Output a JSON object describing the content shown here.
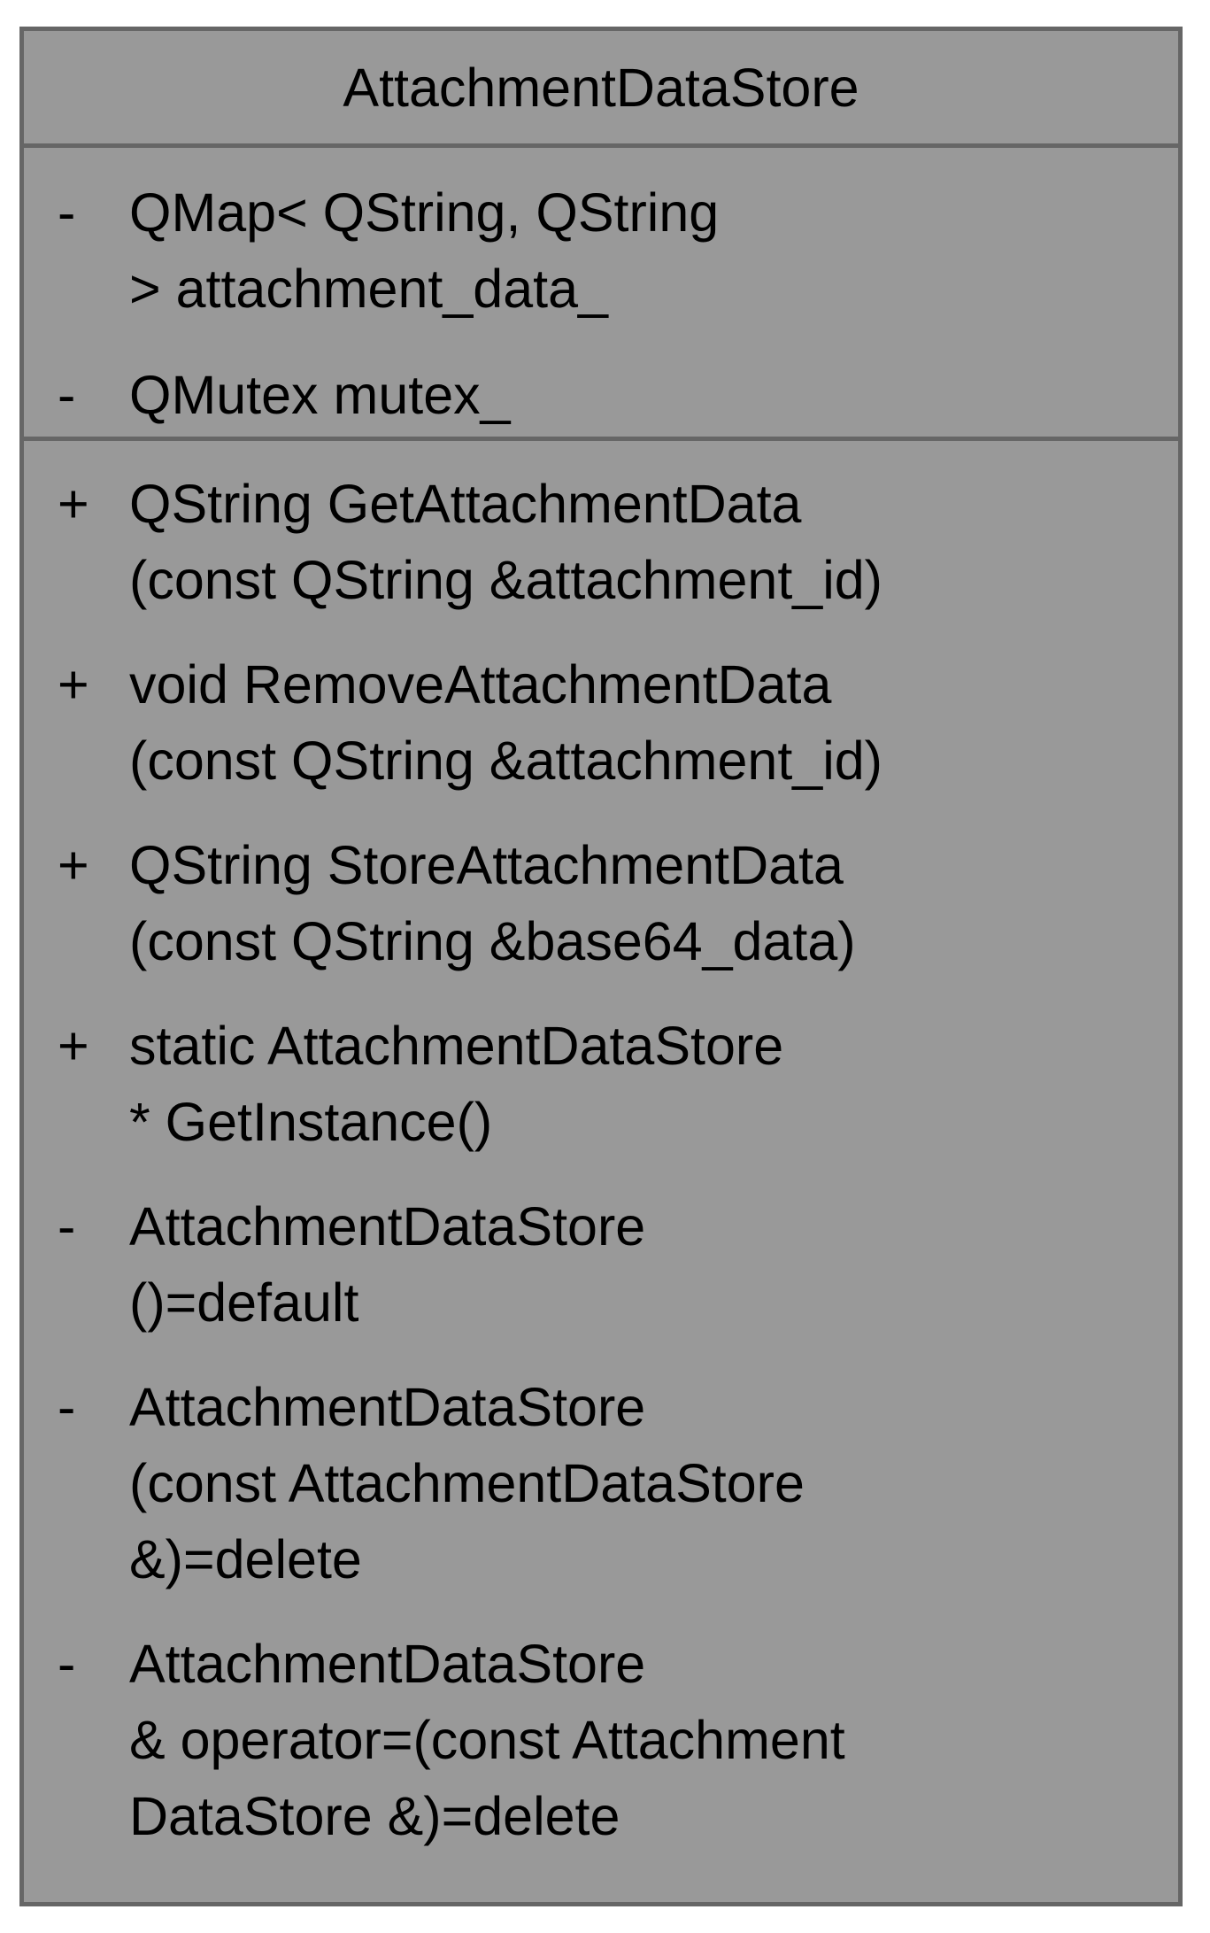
{
  "diagram": {
    "class_name": "AttachmentDataStore",
    "attributes": [
      {
        "visibility": "-",
        "lines": [
          "QMap< QString, QString",
          "> attachment_data_"
        ]
      },
      {
        "visibility": "-",
        "lines": [
          "QMutex mutex_"
        ]
      }
    ],
    "operations": [
      {
        "visibility": "+",
        "lines": [
          "QString GetAttachmentData",
          "(const QString &attachment_id)"
        ]
      },
      {
        "visibility": "+",
        "lines": [
          "void RemoveAttachmentData",
          "(const QString &attachment_id)"
        ]
      },
      {
        "visibility": "+",
        "lines": [
          "QString StoreAttachmentData",
          "(const QString &base64_data)"
        ]
      },
      {
        "visibility": "+",
        "lines": [
          "static AttachmentDataStore",
          "* GetInstance()"
        ]
      },
      {
        "visibility": "-",
        "lines": [
          "AttachmentDataStore",
          "()=default"
        ]
      },
      {
        "visibility": "-",
        "lines": [
          "AttachmentDataStore",
          "(const AttachmentDataStore",
          "&)=delete"
        ]
      },
      {
        "visibility": "-",
        "lines": [
          "AttachmentDataStore",
          "& operator=(const Attachment",
          "DataStore &)=delete"
        ]
      }
    ],
    "colors": {
      "box_fill": "#999999",
      "box_border": "#666666",
      "text": "#000000"
    }
  }
}
